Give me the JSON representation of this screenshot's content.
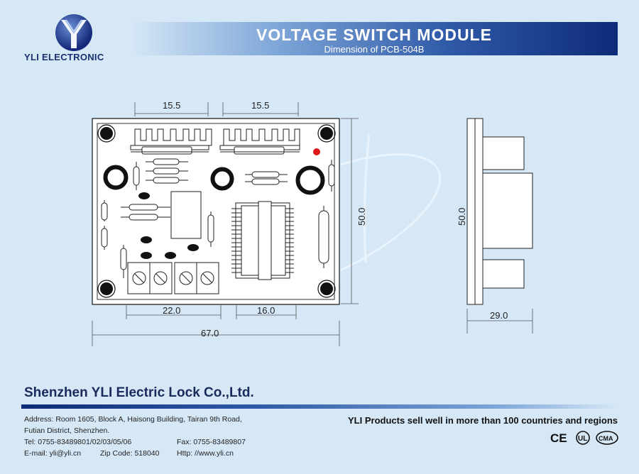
{
  "brand": {
    "name": "YLI ELECTRONIC"
  },
  "header": {
    "title": "VOLTAGE SWITCH MODULE",
    "subtitle": "Dimension of PCB-504B"
  },
  "dimensions": {
    "top_left": "15.5",
    "top_right": "15.5",
    "height_front": "50.0",
    "height_side": "50.0",
    "bottom_left": "22.0",
    "bottom_right": "16.0",
    "width_total": "67.0",
    "side_depth": "29.0"
  },
  "footer": {
    "company": "Shenzhen YLI Electric Lock Co.,Ltd.",
    "address_line1": "Address: Room 1605, Block A, Haisong Building, Tairan 9th Road,",
    "address_line2": "Futian District, Shenzhen.",
    "tel": "Tel: 0755-83489801/02/03/05/06",
    "fax": "Fax: 0755-83489807",
    "email": "E-mail: yli@yli.cn",
    "zip": "Zip Code: 518040",
    "web": "Http: //www.yli.cn",
    "slogan": "YLI Products sell well in more than 100 countries and regions"
  },
  "certifications": [
    "CE",
    "UL",
    "CMA"
  ],
  "colors": {
    "background": "#d6e8f6",
    "navy": "#0e2a7a",
    "indicator_led": "#e01818"
  }
}
